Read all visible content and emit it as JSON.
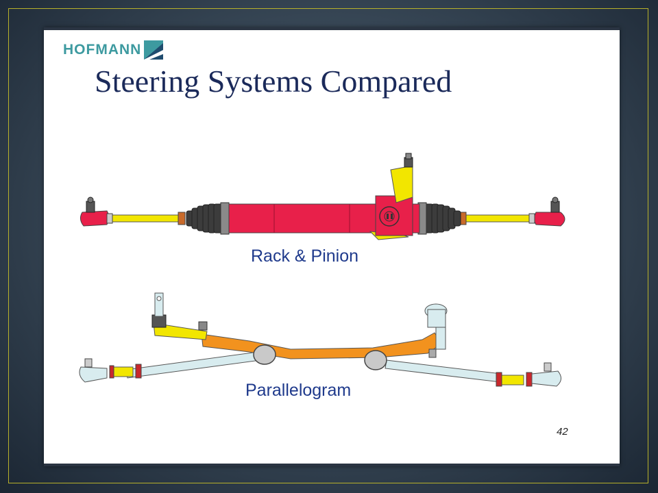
{
  "slide": {
    "logo_text": "HOFMANN",
    "title": "Steering Systems Compared",
    "figures": [
      {
        "label": "Rack & Pinion"
      },
      {
        "label": "Parallelogram"
      }
    ],
    "page_number": "42"
  },
  "colors": {
    "title": "#1b2a5a",
    "label": "#1f3a8c",
    "logo": "#3d9aa0",
    "rack_housing": "#e8204a",
    "tie_rod": "#f2e600",
    "center_link": "#f2921e",
    "outer_rod": "#d8ecef",
    "frame_border": "#b9b22a"
  }
}
